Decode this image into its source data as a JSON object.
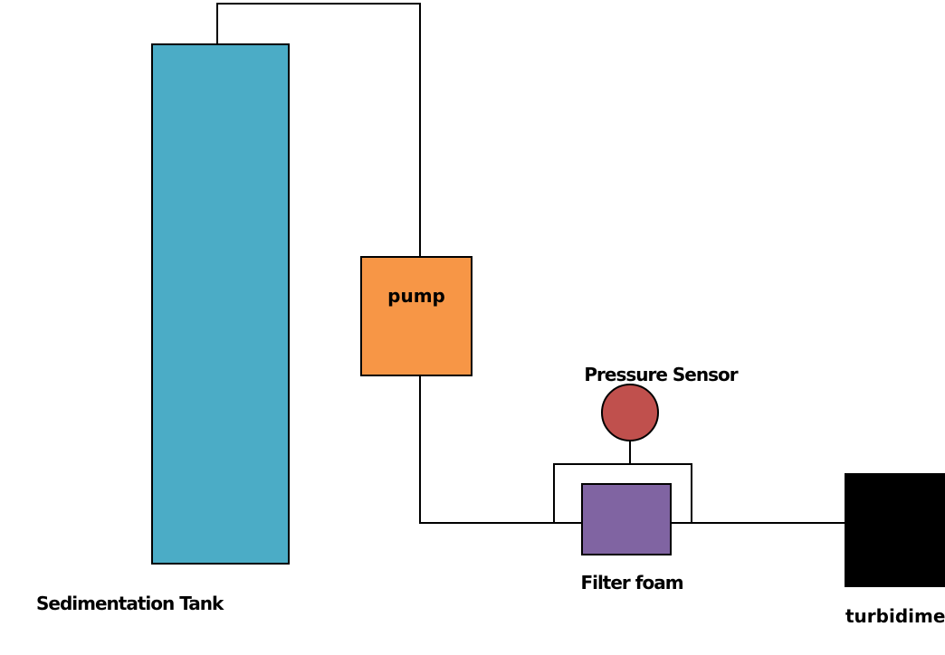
{
  "components": {
    "tank": {
      "label": "Sedimentation Tank",
      "color": "#4bacc6"
    },
    "pump": {
      "label": "pump",
      "color": "#f79646"
    },
    "sensor": {
      "label": "Pressure Sensor",
      "color": "#c0504d"
    },
    "filter": {
      "label": "Filter foam",
      "color": "#8064a2"
    },
    "turbidimeter": {
      "label": "turbidimeter",
      "color": "#000000"
    }
  },
  "pipe_color": "#000000"
}
